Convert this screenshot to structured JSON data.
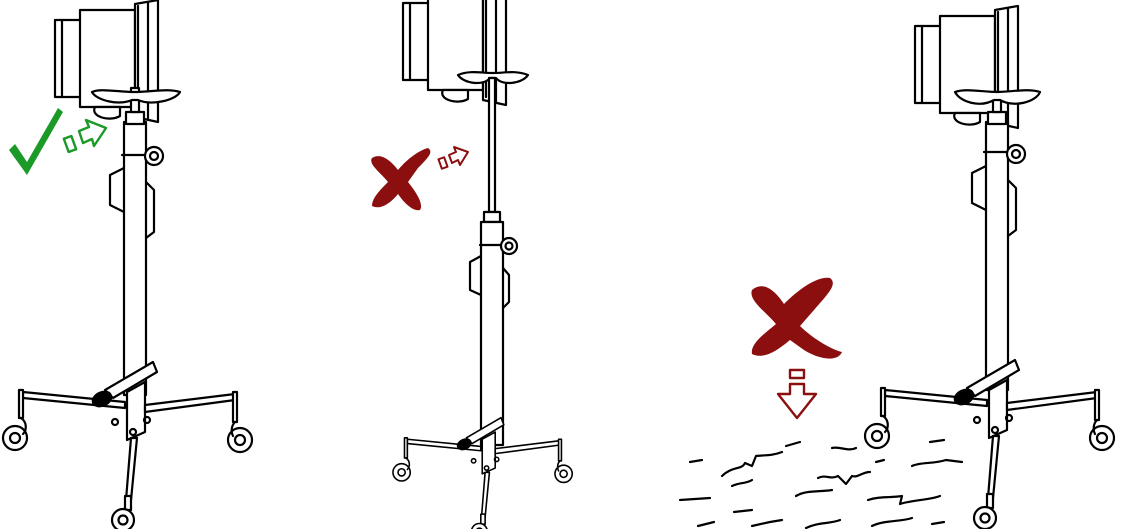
{
  "colors": {
    "correct": "#1c9a28",
    "wrong": "#8b0f0f",
    "line": "#000000",
    "background": "#ffffff"
  },
  "panels": [
    {
      "id": "correct-height-adjust",
      "mark": "check-icon",
      "arrow": "arrow-right-icon"
    },
    {
      "id": "over-extended-stand",
      "mark": "cross-icon",
      "arrow": "arrow-right-icon"
    },
    {
      "id": "uneven-ground",
      "mark": "cross-icon",
      "arrow": "arrow-down-icon"
    }
  ]
}
